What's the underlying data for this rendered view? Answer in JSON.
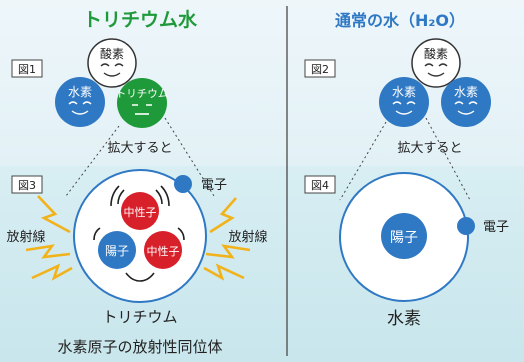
{
  "left_panel": {
    "title": "トリチウム水",
    "fig1_label": "図1",
    "fig3_label": "図3",
    "oxygen": "酸素",
    "hydrogen": "水素",
    "tritium_atom": "トリチウム",
    "zoom_caption": "拡大すると",
    "electron": "電子",
    "neutron": "中性子",
    "proton": "陽子",
    "radiation_left": "放射線",
    "radiation_right": "放射線",
    "atom_name": "トリチウム",
    "footer": "水素原子の放射性同位体"
  },
  "right_panel": {
    "title": "通常の水（H₂O）",
    "fig2_label": "図2",
    "fig4_label": "図4",
    "oxygen": "酸素",
    "hydrogen_1": "水素",
    "hydrogen_2": "水素",
    "zoom_caption": "拡大すると",
    "proton": "陽子",
    "electron": "電子",
    "atom_name": "水素"
  },
  "colors": {
    "tritium_green": "#1f9a3a",
    "water_blue": "#2f78c4",
    "neutron_red": "#d8202a",
    "ray_yellow": "#f2b21a",
    "top_bg": "#e9f3f8",
    "bottom_bg": "#cfe9ef"
  }
}
